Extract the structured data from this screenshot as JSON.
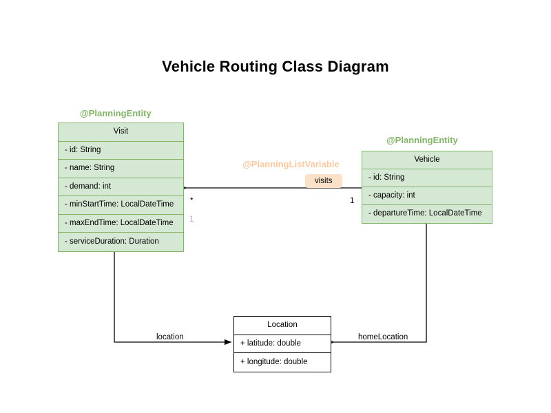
{
  "title": "Vehicle Routing Class Diagram",
  "classes": {
    "visit": {
      "annotation": "@PlanningEntity",
      "name": "Visit",
      "attributes": [
        "- id: String",
        "- name: String",
        "- demand: int",
        "- minStartTime: LocalDateTime",
        "- maxEndTime: LocalDateTime",
        "- serviceDuration: Duration"
      ]
    },
    "vehicle": {
      "annotation": "@PlanningEntity",
      "name": "Vehicle",
      "attributes": [
        "- id: String",
        "- capacity: int",
        "- departureTime: LocalDateTime"
      ]
    },
    "location": {
      "annotation": "",
      "name": "Location",
      "attributes": [
        "+ latitude: double",
        "+ longitude: double"
      ]
    }
  },
  "relationships": {
    "visits": {
      "annotation": "@PlanningListVariable",
      "label": "visits",
      "source_multiplicity": "1",
      "target_multiplicity": "*"
    },
    "visit_location": {
      "label": "location",
      "multiplicity": "1"
    },
    "vehicle_home_location": {
      "label": "homeLocation"
    }
  },
  "colors": {
    "entity_fill": "#d5e8d4",
    "entity_stroke": "#82b366",
    "plain_fill": "#ffffff",
    "plain_stroke": "#000000",
    "listvar_accent": "#f8c9a0",
    "badge_fill": "#fae1c8",
    "multiplicity_accent": "#c9a8d8",
    "edge_stroke": "#000000",
    "background": "#ffffff"
  }
}
